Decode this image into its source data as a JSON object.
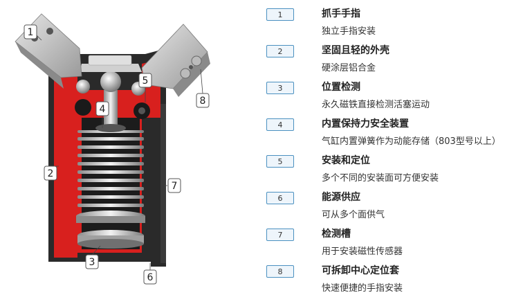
{
  "diagram": {
    "callouts": [
      "1",
      "2",
      "3",
      "4",
      "5",
      "6",
      "7",
      "8"
    ]
  },
  "features": [
    {
      "num": "1",
      "title": "抓手手指",
      "desc": "独立手指安装"
    },
    {
      "num": "2",
      "title": "坚固且轻的外壳",
      "desc": "硬涂层铝合金"
    },
    {
      "num": "3",
      "title": "位置检测",
      "desc": "永久磁铁直接检测活塞运动"
    },
    {
      "num": "4",
      "title": "内置保持力安全装置",
      "desc": "气缸内置弹簧作为动能存储（803型号以上）"
    },
    {
      "num": "5",
      "title": "安装和定位",
      "desc": "多个不同的安装面可方便安装"
    },
    {
      "num": "6",
      "title": "能源供应",
      "desc": "可从多个面供气"
    },
    {
      "num": "7",
      "title": "检测槽",
      "desc": "用于安装磁性传感器"
    },
    {
      "num": "8",
      "title": "可拆卸中心定位套",
      "desc": "快速便捷的手指安装"
    }
  ],
  "colors": {
    "housing_red": "#d8201e",
    "housing_dark": "#2a2a2a",
    "metal": "#c9c9c9",
    "badge_border": "#4a90c0"
  }
}
